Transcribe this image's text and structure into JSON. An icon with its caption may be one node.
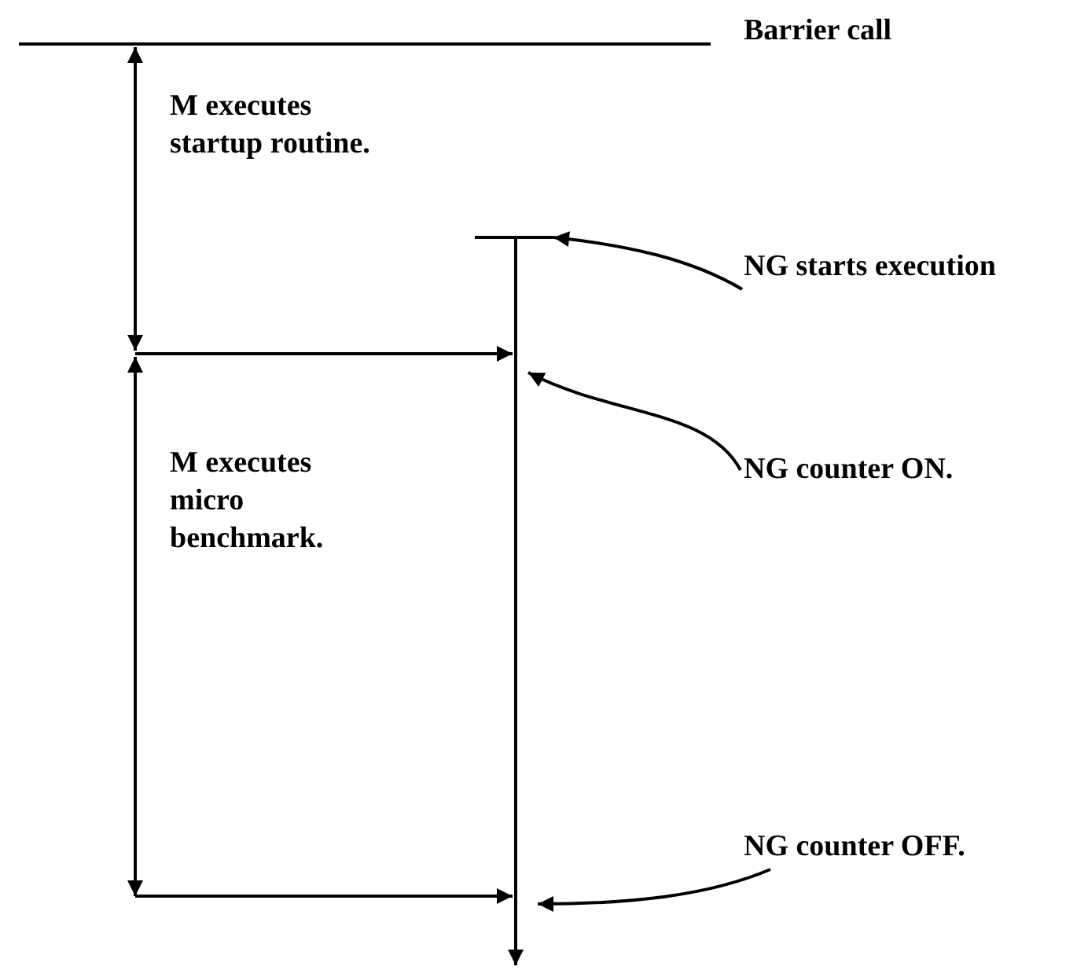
{
  "diagram": {
    "nodes": [
      {
        "text": [
          "NG starts execution"
        ]
      },
      {
        "text": [
          "NG counter ON."
        ]
      },
      {
        "text": [
          "NG counter OFF."
        ]
      },
      {
        "text": [],
        "shape": "line"
      }
    ],
    "edges": [
      {
        "from": 0,
        "to": 3,
        "arrow": "to"
      },
      {
        "from": 1,
        "to": 3,
        "arrow": "to"
      },
      {
        "from": 2,
        "to": 3,
        "arrow": "to"
      },
      {
        "from": null,
        "to": 3,
        "arrow": "to"
      },
      {
        "from": null,
        "to": 3,
        "arrow": "to"
      }
    ],
    "labels": [
      "Barrier call",
      "M executes startup routine.",
      "M executes micro benchmark."
    ]
  }
}
